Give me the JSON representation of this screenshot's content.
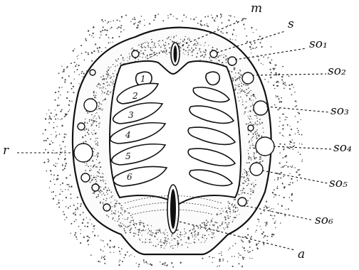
{
  "figure": {
    "ink_color": "#111111",
    "paper_color": "#ffffff",
    "stipple_color": "#444444",
    "labels": {
      "m": "m",
      "s": "s",
      "so1": "so₁",
      "so2": "so₂",
      "so3": "so₃",
      "so4": "so₄",
      "so5": "so₅",
      "so6": "so₆",
      "r": "r",
      "a": "a"
    },
    "leaf_numbers": [
      "1",
      "2",
      "3",
      "4",
      "5",
      "6"
    ]
  }
}
